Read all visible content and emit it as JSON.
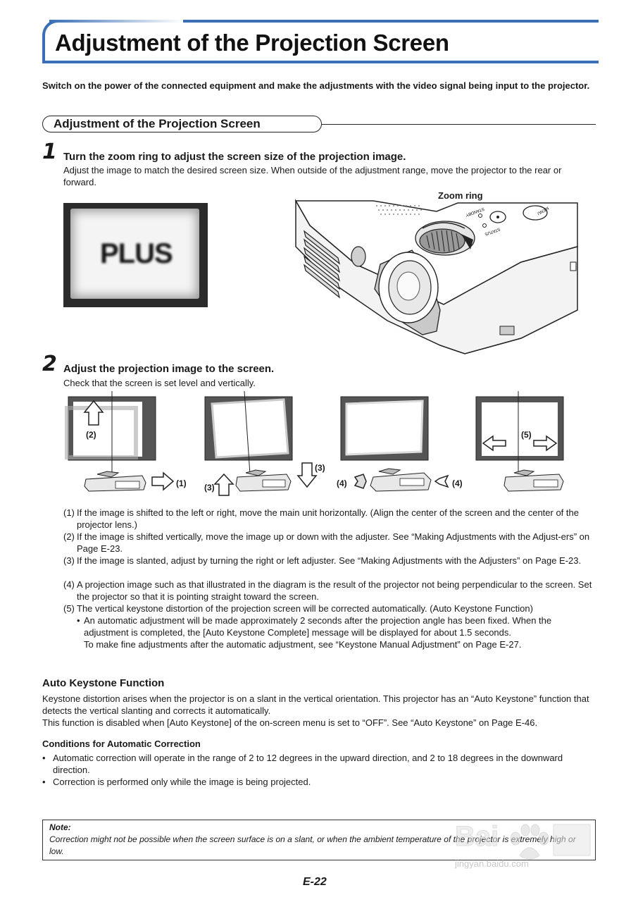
{
  "page_title": "Adjustment of the Projection Screen",
  "intro": "Switch on the power of the connected equipment and make the adjustments with the video signal being input to the projector.",
  "section_title": "Adjustment of the Projection Screen",
  "step1": {
    "number": "1",
    "heading": "Turn the zoom ring to adjust the screen size of the projection image.",
    "text": "Adjust the image to match the desired screen size. When outside of the adjustment range, move the projector to the rear or forward.",
    "image_text": "PLUS",
    "zoom_label": "Zoom ring",
    "panel_labels": [
      "STANDBY",
      "STATUS",
      "MENU"
    ]
  },
  "step2": {
    "number": "2",
    "heading": "Adjust the projection image to the screen.",
    "text": "Check that the screen is set level and vertically.",
    "diagram_labels": [
      "(2)",
      "(1)",
      "(3)",
      "(3)",
      "(4)",
      "(4)",
      "(5)"
    ]
  },
  "items": [
    {
      "num": "(1)",
      "text": "If the image is shifted to the left or right, move the main unit horizontally. (Align the center of the screen and the center of the projector lens.)"
    },
    {
      "num": "(2)",
      "text": "If the image is shifted vertically, move the image up or down with the adjuster. See “Making Adjustments with the Adjust-ers” on Page E-23."
    },
    {
      "num": "(3)",
      "text": "If the image is slanted, adjust by turning the right or left adjuster. See “Making Adjustments with the Adjusters” on Page E-23."
    },
    {
      "num": "(4)",
      "text": "A projection image such as that illustrated in the diagram is the result of the projector not being perpendicular to the screen. Set the projector so that it is pointing straight toward the screen."
    },
    {
      "num": "(5)",
      "text": "The vertical keystone distortion of the projection screen will be corrected automatically. (Auto Keystone Function)"
    }
  ],
  "item5_bullet": "An automatic adjustment will be made approximately 2 seconds after the projection angle has been fixed. When the adjustment is completed, the [Auto Keystone Complete] message will be displayed for about 1.5 seconds.",
  "item5_extra": "To make fine adjustments after the automatic adjustment, see “Keystone Manual Adjustment” on Page E-27.",
  "auto_keystone": {
    "title": "Auto Keystone Function",
    "para1": "Keystone distortion arises when the projector is on a slant in the vertical orientation. This projector has an “Auto Keystone” function that detects the vertical slanting and corrects it automatically.",
    "para2": "This function is disabled when [Auto Keystone] of the on-screen menu is set to “OFF”. See “Auto Keystone” on Page E-46."
  },
  "conditions": {
    "title": "Conditions for Automatic Correction",
    "bullets": [
      "Automatic correction will operate in the range of 2 to 12 degrees in the upward direction, and 2 to 18 degrees in the downward direction.",
      "Correction is performed only while the image is being projected."
    ]
  },
  "note": {
    "label": "Note:",
    "text": "Correction might not be possible when the screen surface is on a slant, or when the ambient temperature of the projector is extremely high or low."
  },
  "page_number": "E-22",
  "watermark": {
    "logo": "Baidu 经验",
    "url": "jingyan.baidu.com"
  },
  "colors": {
    "accent": "#3a6fb6"
  }
}
